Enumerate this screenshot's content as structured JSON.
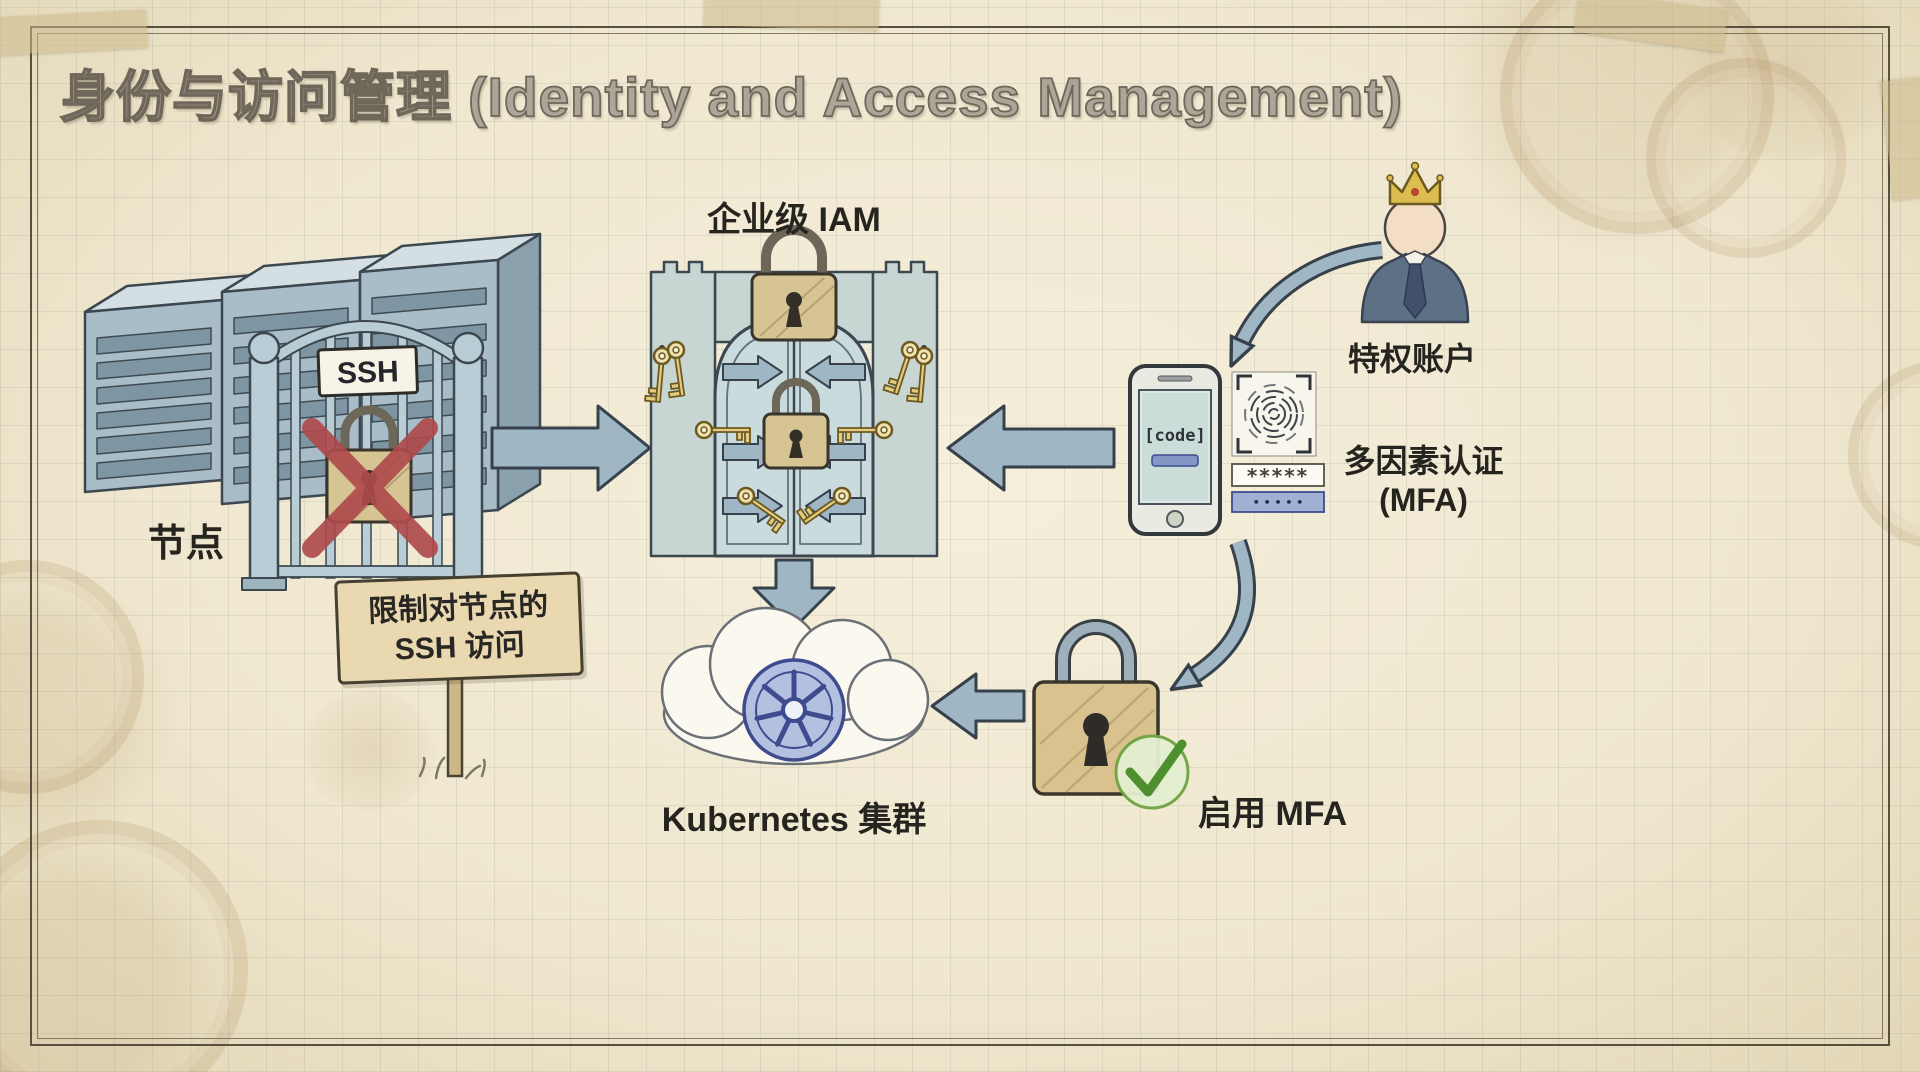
{
  "title": "身份与访问管理 (Identity and Access Management)",
  "nodes": {
    "servers_label": "节点",
    "ssh_gate_sign": "SSH",
    "restrict_sign_line1": "限制对节点的",
    "restrict_sign_line2": "SSH 访问",
    "iam_label": "企业级 IAM",
    "kubernetes_label": "Kubernetes 集群",
    "privileged_account_label": "特权账户",
    "mfa_label_line1": "多因素认证",
    "mfa_label_line2": "(MFA)",
    "enable_mfa_label": "启用 MFA",
    "phone_code": "[code]",
    "password_masked": "*****",
    "password_dots": "• • • • •"
  },
  "icons": [
    "server-rack-icon",
    "ssh-gate-icon",
    "padlock-icon",
    "red-x-icon",
    "wooden-sign-icon",
    "iam-gate-icon",
    "key-icon",
    "cloud-icon",
    "kubernetes-helm-icon",
    "crown-user-icon",
    "phone-icon",
    "fingerprint-icon",
    "password-field-icon",
    "gold-lock-icon",
    "check-mark-icon",
    "block-arrow-icon"
  ],
  "colors": {
    "paper": "#f1ead4",
    "grid": "#969e8e",
    "ink": "#3c474f",
    "steel_blue": "#a9bdc8",
    "arrow_fill": "#9fb6c4",
    "brass": "#d7c493",
    "gold": "#ddbd50",
    "red_x": "#ae4a4c",
    "check_green": "#4e8f2f",
    "k8s_blue": "#3e4c8f"
  }
}
